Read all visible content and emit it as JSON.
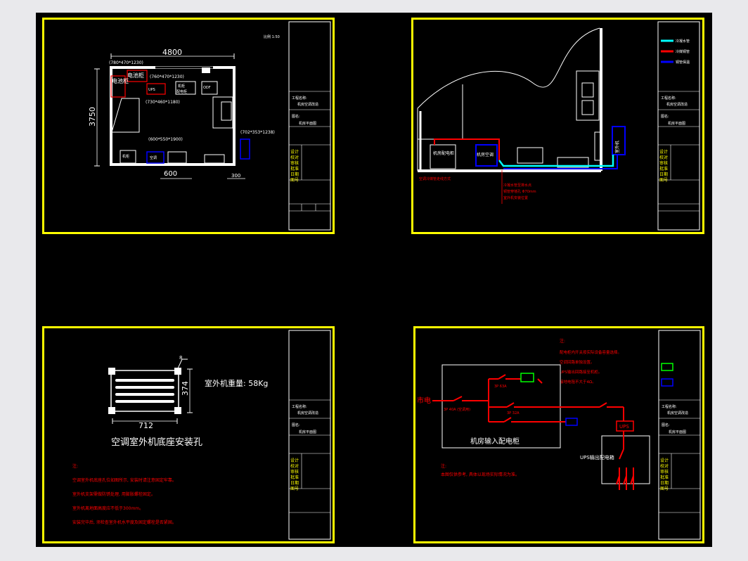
{
  "sheet1": {
    "dim_width": "4800",
    "dim_height": "3750",
    "dim_gap": "600",
    "dim_side": "300",
    "label_size_top": "(780*470*1230)",
    "label_battery": "电池柜",
    "label_cabinet": "电池柜",
    "label_size_mid": "(760*470*1230)",
    "label_size_center": "(730*460*1180)",
    "label_size_bottom": "(600*550*1900)",
    "label_outdoor": "(702*353*1238)",
    "small_labels": [
      "UPS",
      "机柜",
      "配电柜",
      "ODF",
      "空调",
      "机柜"
    ],
    "note_top": "比例 1:50"
  },
  "sheet2": {
    "legend": [
      "冷凝水管",
      "冷媒铜管",
      "铜管保温"
    ],
    "labels": [
      "机房配电柜",
      "机房空调",
      "室外机"
    ],
    "red_notes": [
      "空调冷媒管走线方式",
      "冷凝水管至排水点",
      "铜管穿墙孔 Φ70mm",
      "室外机安装位置"
    ]
  },
  "sheet3": {
    "label_weight": "室外机重量: 58Kg",
    "dim_width": "712",
    "dim_height": "374",
    "dim_hole": "8",
    "caption": "空调室外机底座安装孔",
    "notes_title": "注:",
    "notes": [
      "空调室外机底座孔位如图所示, 安装时请注意固定牢靠。",
      "室外机支架需做防锈处理, 用膨胀螺栓固定。",
      "室外机离地面高度应不低于300mm。",
      "安装完毕后, 须检查室外机水平度及固定螺栓是否紧固。"
    ]
  },
  "sheet4": {
    "label_mains": "市电",
    "label_main_box": "机房输入配电柜",
    "label_ups": "UPS",
    "label_ups_box": "UPS输出配电箱",
    "label_breaker1": "3P 63A",
    "label_breaker2": "3P 40A (空调用)",
    "label_breaker3": "3P 32A",
    "notes_title": "注:",
    "notes": [
      "配电柜内开关按实际设备容量选择。",
      "空调回路单独设置。",
      "UPS输出回路接至机柜。",
      "接地电阻不大于4Ω。"
    ],
    "bottom_notes": [
      "注:",
      "本图仅供参考, 具体以现场实际情况为准。"
    ]
  },
  "title_block": {
    "project_label": "工程名称:",
    "project_name": "机房空调改造",
    "drawing_label": "图名:",
    "drawing_name": "机房平面图",
    "rows": [
      "设计",
      "校对",
      "审核",
      "批准",
      "日期",
      "图号"
    ]
  },
  "colors": {
    "frame": "#ffff00",
    "wall": "#ffffff",
    "red": "#ff0000",
    "blue": "#0000ff",
    "cyan": "#00ffff",
    "green": "#00ff00"
  }
}
